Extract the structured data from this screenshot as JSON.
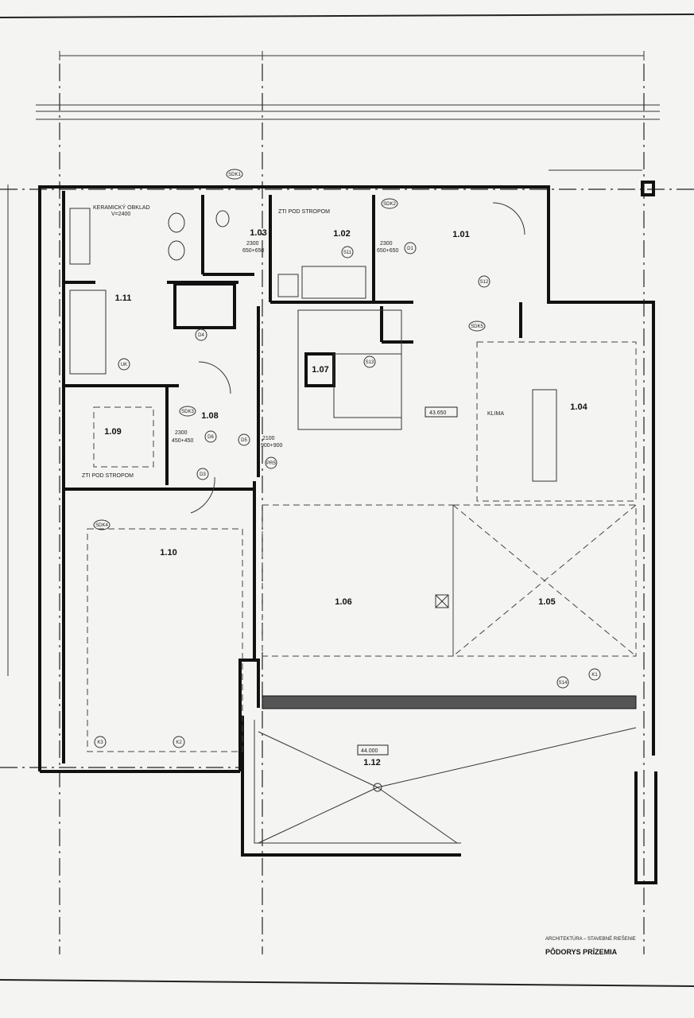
{
  "drawing": {
    "subtitle": "ARCHITEKTÚRA – STAVEBNÉ RIEŠENIE",
    "title": "PÔDORYS PRÍZEMIA"
  },
  "rooms": [
    {
      "id": "1.01"
    },
    {
      "id": "1.02"
    },
    {
      "id": "1.03"
    },
    {
      "id": "1.04"
    },
    {
      "id": "1.05"
    },
    {
      "id": "1.06"
    },
    {
      "id": "1.07"
    },
    {
      "id": "1.08"
    },
    {
      "id": "1.09"
    },
    {
      "id": "1.10"
    },
    {
      "id": "1.11"
    },
    {
      "id": "1.12"
    }
  ],
  "notes": {
    "ceramic_tiling": "KERAMICKÝ OBKLAD",
    "tiling_height": "V=2400",
    "zti_1": "ZTI POD STROPOM",
    "zti_2": "ZTI POD STROPOM",
    "door_1_03": "2300",
    "door_1_03_size": "650+650",
    "door_1_01": "2300",
    "door_1_01_size": "650+650",
    "door_1_08": "2300",
    "door_1_08_size": "450+450",
    "door_1_07": "2100",
    "door_1_07_size": "900+900",
    "level_1": "43.650",
    "level_2": "44.000",
    "klima": "KLIMA"
  },
  "tags": [
    "SDK1",
    "SDK2",
    "SDK3",
    "SDK4",
    "SDK5",
    "D1",
    "D3",
    "D4",
    "D5",
    "D6",
    "S11",
    "S12",
    "S13",
    "S14",
    "PR5",
    "K1",
    "K2",
    "K3",
    "UK"
  ]
}
